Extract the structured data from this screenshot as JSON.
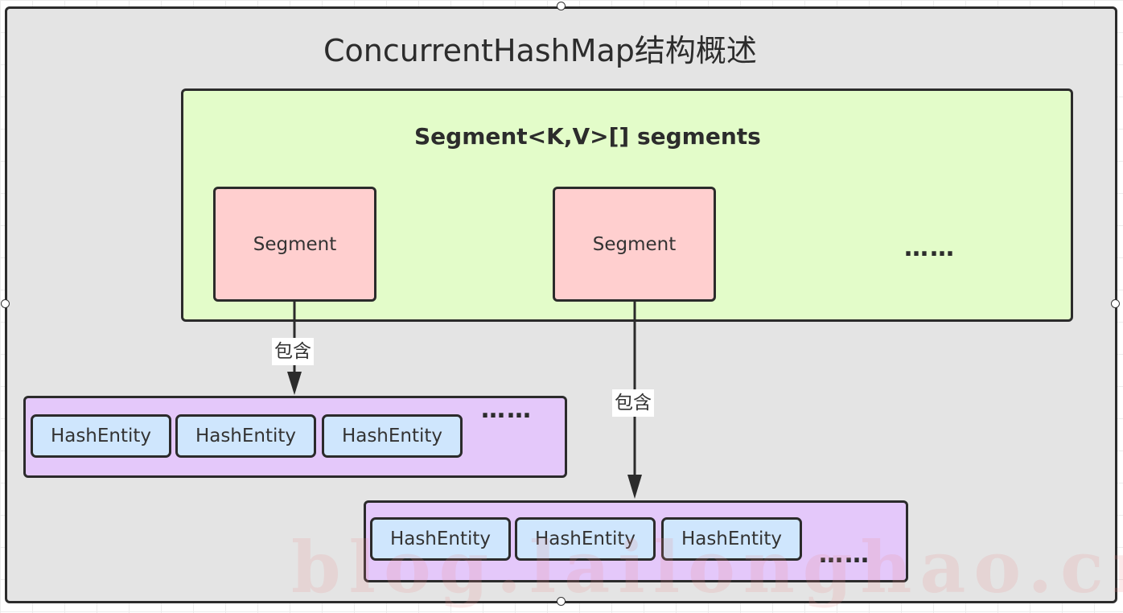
{
  "diagram": {
    "title": "ConcurrentHashMap结构概述",
    "array_label": "Segment<K,V>[] segments",
    "segments": [
      {
        "label": "Segment"
      },
      {
        "label": "Segment"
      }
    ],
    "array_more": "……",
    "edge_label": "包含",
    "entity_groups": [
      {
        "entities": [
          "HashEntity",
          "HashEntity",
          "HashEntity"
        ],
        "more": "……"
      },
      {
        "entities": [
          "HashEntity",
          "HashEntity",
          "HashEntity"
        ],
        "more": "……"
      }
    ],
    "watermark": "blog.lailonghao.cn",
    "colors": {
      "canvas": "#e4e4e4",
      "array": "#e3fcc9",
      "segment": "#ffcfcf",
      "group": "#e4c8fa",
      "entity": "#cfe6fd",
      "stroke": "#2b2b2b"
    }
  }
}
